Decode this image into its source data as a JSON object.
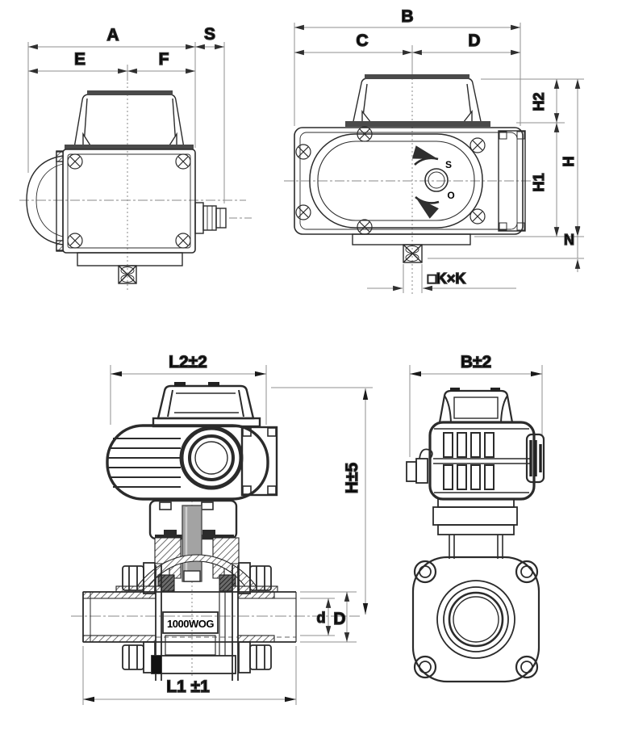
{
  "drawing_type": "valve-dimension-drawing",
  "views": {
    "actuator_side": {
      "name": "electric actuator side view",
      "dims": {
        "A": "A",
        "S": "S",
        "E": "E",
        "F": "F"
      }
    },
    "actuator_front": {
      "name": "electric actuator front view",
      "dims": {
        "B": "B",
        "C": "C",
        "D": "D",
        "H2": "H2",
        "H1": "H1",
        "H": "H",
        "N": "N",
        "K": "□K×K"
      },
      "indicator": {
        "set": "S",
        "open": "O"
      }
    },
    "valve_front": {
      "name": "actuated ball valve front section view",
      "dims": {
        "L2": "L2±2",
        "H5": "H±5",
        "d": "d",
        "D": "D",
        "L1": "L1 ±1"
      },
      "marking": "1000WOG"
    },
    "valve_side": {
      "name": "actuated ball valve side view",
      "dims": {
        "B2": "B±2"
      }
    }
  },
  "colors": {
    "line": "#2b2b2b",
    "dim_line": "#8f8f8f",
    "label": "#000000",
    "dark_fill": "#3b3b3b",
    "stem_gray": "#a3a3a3",
    "background": "#ffffff"
  }
}
